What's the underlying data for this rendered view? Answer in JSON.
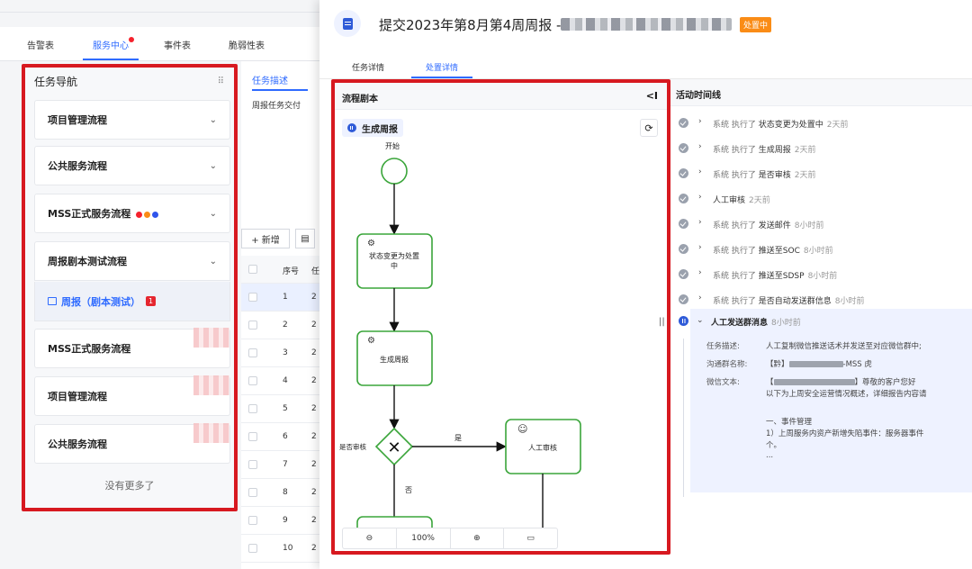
{
  "bg": {
    "tabs": [
      "告警表",
      "服务中心",
      "事件表",
      "脆弱性表"
    ],
    "active_tab": "服务中心"
  },
  "nav": {
    "title": "任务导航",
    "grip": "⠿",
    "items": [
      {
        "label": "项目管理流程"
      },
      {
        "label": "公共服务流程"
      },
      {
        "label": "MSS正式服务流程"
      },
      {
        "label": "周报剧本测试流程"
      },
      {
        "label": "MSS正式服务流程"
      },
      {
        "label": "项目管理流程"
      },
      {
        "label": "公共服务流程"
      }
    ],
    "status_dots": [
      "#f5222d",
      "#fa8c16",
      "#2f54eb"
    ],
    "sub_item": {
      "label": "周报（剧本测试）",
      "badge": "1"
    },
    "no_more": "没有更多了"
  },
  "mid": {
    "tab": "任务描述",
    "desc": "周报任务交付",
    "toolbar": {
      "add": "+ 新增"
    },
    "table": {
      "header": {
        "index": "序号",
        "cut": "任"
      },
      "rows": [
        {
          "index": "1",
          "cut": "2"
        },
        {
          "index": "2",
          "cut": "2"
        },
        {
          "index": "3",
          "cut": "2"
        },
        {
          "index": "4",
          "cut": "2"
        },
        {
          "index": "5",
          "cut": "2"
        },
        {
          "index": "6",
          "cut": "2"
        },
        {
          "index": "7",
          "cut": "2"
        },
        {
          "index": "8",
          "cut": "2"
        },
        {
          "index": "9",
          "cut": "2"
        },
        {
          "index": "10",
          "cut": "2"
        }
      ]
    }
  },
  "drawer": {
    "title": "提交2023年第8月第4周周报 -",
    "status": "处置中",
    "tabs": [
      "任务详情",
      "处置详情"
    ],
    "active_tab": "处置详情"
  },
  "flow": {
    "title": "流程剧本",
    "collapse": "<I",
    "chip": "生成周报",
    "nodes": {
      "start": "开始",
      "set_status": [
        "状态变更为处置",
        "中"
      ],
      "gen_report": "生成周报",
      "gateway": "是否审核",
      "yes": "是",
      "no": "否",
      "manual": "人工审核"
    },
    "zoom": {
      "out": "⊖",
      "level": "100%",
      "in": "⊕",
      "fit": "▭"
    }
  },
  "timeline": {
    "title": "活动时间线",
    "rows": [
      {
        "actor": "系统",
        "verb": "执行了",
        "action": "状态变更为处置中",
        "time": "2天前"
      },
      {
        "actor": "系统",
        "verb": "执行了",
        "action": "生成周报",
        "time": "2天前"
      },
      {
        "actor": "系统",
        "verb": "执行了",
        "action": "是否审核",
        "time": "2天前"
      },
      {
        "actor": "",
        "verb": "",
        "action": "人工审核",
        "time": "2天前"
      },
      {
        "actor": "系统",
        "verb": "执行了",
        "action": "发送邮件",
        "time": "8小时前"
      },
      {
        "actor": "系统",
        "verb": "执行了",
        "action": "推送至SOC",
        "time": "8小时前"
      },
      {
        "actor": "系统",
        "verb": "执行了",
        "action": "推送至SDSP",
        "time": "8小时前"
      },
      {
        "actor": "系统",
        "verb": "执行了",
        "action": "是否自动发送群信息",
        "time": "8小时前"
      }
    ],
    "active": {
      "action": "人工发送群消息",
      "time": "8小时前",
      "details": [
        {
          "label": "任务描述:",
          "value": "人工复制微信推送话术并发送至对应微信群中;"
        },
        {
          "label": "沟通群名称:",
          "value": "【黔】",
          "suffix": "-MSS 虎"
        },
        {
          "label": "微信文本:",
          "value": "【",
          "suffix": "】尊敬的客户您好"
        },
        {
          "label": "",
          "value": "以下为上周安全运营情况概述，详细报告内容请"
        },
        {
          "label": "",
          "value": ""
        },
        {
          "label": "",
          "value": "一、事件管理"
        },
        {
          "label": "",
          "value": "1）上周服务内资产新增失陷事件：服务器事件"
        },
        {
          "label": "",
          "value": "个。"
        },
        {
          "label": "",
          "value": "..."
        }
      ]
    }
  }
}
